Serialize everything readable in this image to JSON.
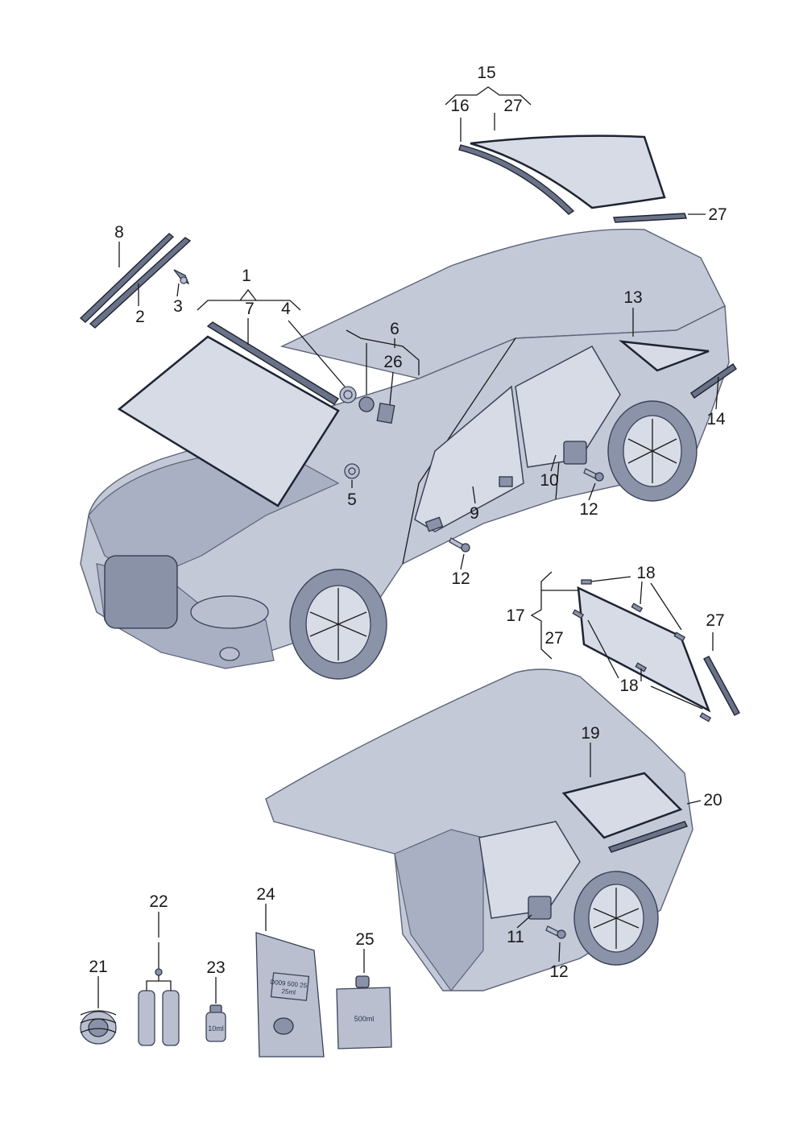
{
  "callouts": {
    "c1": "1",
    "c2": "2",
    "c3": "3",
    "c4": "4",
    "c5": "5",
    "c6": "6",
    "c7": "7",
    "c8": "8",
    "c9": "9",
    "c10": "10",
    "c11": "11",
    "c12a": "12",
    "c12b": "12",
    "c12c": "12",
    "c13": "13",
    "c14": "14",
    "c15": "15",
    "c16": "16",
    "c17": "17",
    "c18a": "18",
    "c18b": "18",
    "c19": "19",
    "c20": "20",
    "c21": "21",
    "c22": "22",
    "c23": "23",
    "c24": "24",
    "c25": "25",
    "c26": "26",
    "c27a": "27",
    "c27b": "27",
    "c27c": "27",
    "c27d": "27"
  },
  "product_labels": {
    "bag_line1": "D009 500 25",
    "bag_line2": "25ml",
    "bottle_small": "10ml",
    "bottle_large": "500ml"
  },
  "colors": {
    "body": "#c4c9d8",
    "glass": "#d7dbe6",
    "seal": "#6a7288",
    "line": "#1a1a1a"
  }
}
